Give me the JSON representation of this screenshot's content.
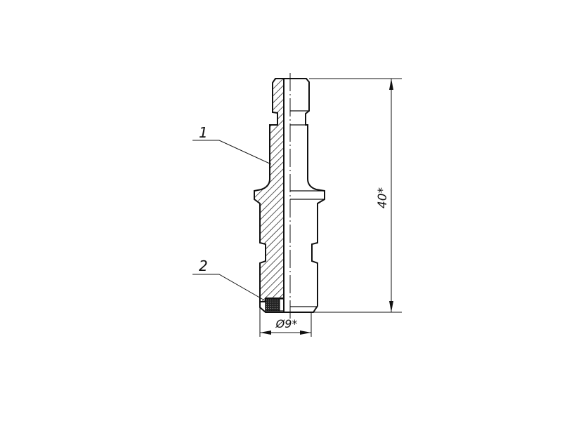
{
  "drawing": {
    "callouts": [
      {
        "id": "1",
        "text": "1"
      },
      {
        "id": "2",
        "text": "2"
      }
    ],
    "dimensions": {
      "length": "40*",
      "diameter": "Ø9*"
    },
    "colors": {
      "ink": "#111111",
      "background": "#ffffff"
    }
  }
}
